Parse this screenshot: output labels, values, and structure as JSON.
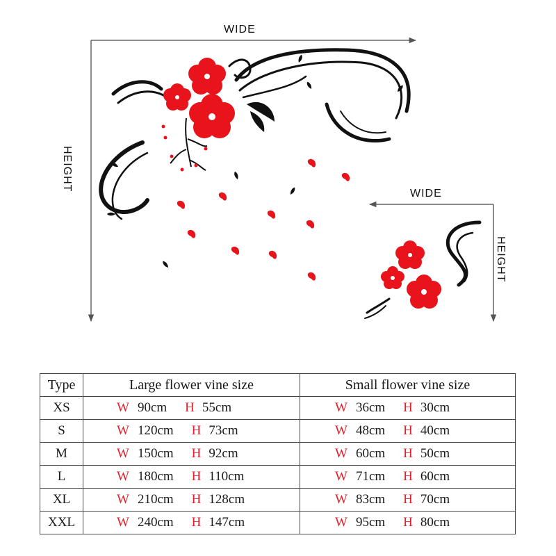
{
  "diagram": {
    "large_wide_label": "WIDE",
    "large_height_label": "HEIGHT",
    "small_wide_label": "WIDE",
    "small_height_label": "HEIGHT",
    "flower_color": "#e8131b",
    "vine_color": "#111111"
  },
  "table": {
    "headers": [
      "Type",
      "Large flower vine size",
      "Small flower vine size"
    ],
    "w_marker": "W",
    "h_marker": "H",
    "rows": [
      {
        "type": "XS",
        "large_w": "90cm",
        "large_h": "55cm",
        "small_w": "36cm",
        "small_h": "30cm"
      },
      {
        "type": "S",
        "large_w": "120cm",
        "large_h": "73cm",
        "small_w": "48cm",
        "small_h": "40cm"
      },
      {
        "type": "M",
        "large_w": "150cm",
        "large_h": "92cm",
        "small_w": "60cm",
        "small_h": "50cm"
      },
      {
        "type": "L",
        "large_w": "180cm",
        "large_h": "110cm",
        "small_w": "71cm",
        "small_h": "60cm"
      },
      {
        "type": "XL",
        "large_w": "210cm",
        "large_h": "128cm",
        "small_w": "83cm",
        "small_h": "70cm"
      },
      {
        "type": "XXL",
        "large_w": "240cm",
        "large_h": "147cm",
        "small_w": "95cm",
        "small_h": "80cm"
      }
    ]
  }
}
